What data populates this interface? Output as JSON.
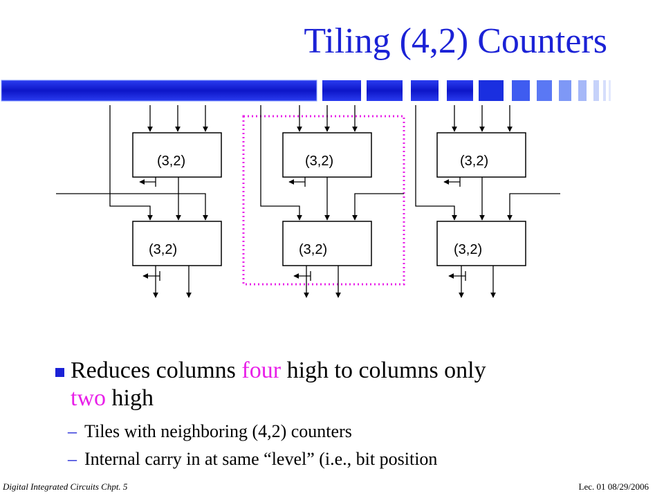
{
  "slide": {
    "title": "Tiling (4,2) Counters",
    "counter_label": "(3,2)",
    "bullet": {
      "part1": "Reduces columns ",
      "highlight1": "four",
      "part2": " high to columns only ",
      "highlight2": "two",
      "part3": " high"
    },
    "sub_bullets": [
      "Tiles with neighboring (4,2) counters",
      "Internal carry in at same “level” (i.e., bit position"
    ],
    "dash": "–",
    "footer_left": "Digital Integrated Circuits Chpt. 5",
    "footer_right": "Lec. 01 08/29/2006"
  },
  "colors": {
    "title": "#1b22d6",
    "accent": "#1b22d6",
    "highlight": "#e81fe8",
    "dotted_box": "#e81fe8"
  }
}
